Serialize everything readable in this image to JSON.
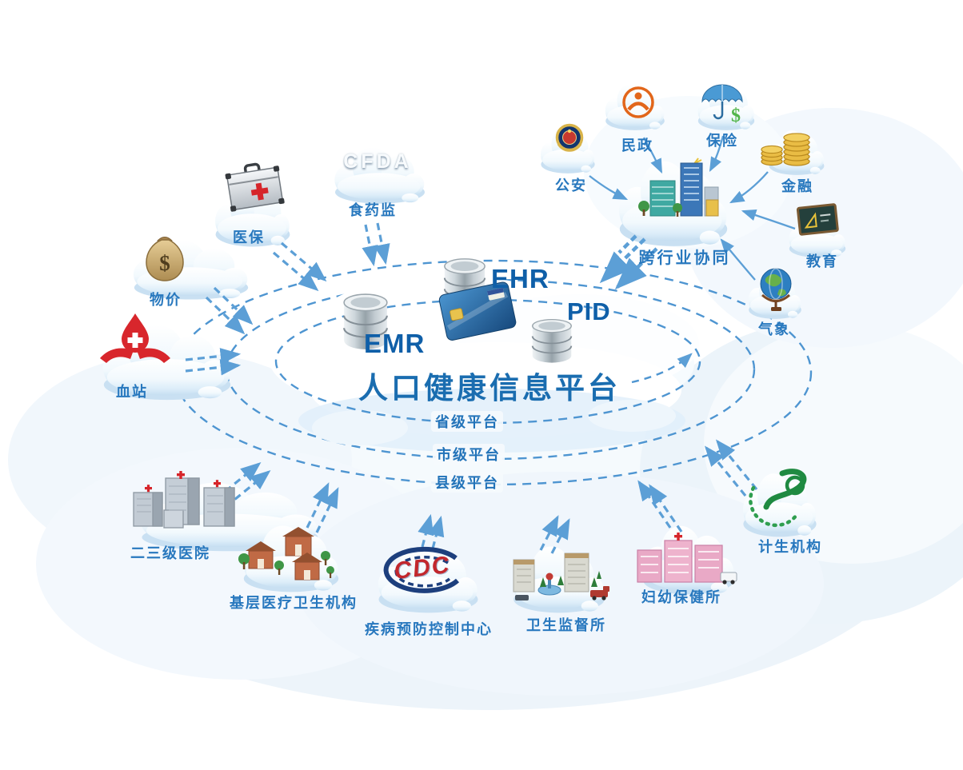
{
  "colors": {
    "label_blue": "#2878BE",
    "title_blue": "#1A6DB0",
    "dash_blue": "#4E95D1",
    "arrow_blue": "#5C9FD6"
  },
  "center": {
    "title": "人口健康信息平台",
    "ehr": "EHR",
    "emr": "EMR",
    "pid": "PID",
    "icons": [
      "database-icon",
      "health-card-icon"
    ]
  },
  "levels": {
    "province": "省级平台",
    "city": "市级平台",
    "county": "县级平台"
  },
  "cross_industry": {
    "label": "跨行业协同",
    "icon": "city-buildings-icon"
  },
  "nodes": {
    "yibao": {
      "label": "医保",
      "icon": "medical-case-icon"
    },
    "shiyaojian": {
      "label": "食药监",
      "icon": "cfda-cloud-icon",
      "badge": "CFDA"
    },
    "wujia": {
      "label": "物价",
      "icon": "money-bag-icon"
    },
    "xuezhan": {
      "label": "血站",
      "icon": "blood-donation-icon"
    },
    "gongan": {
      "label": "公安",
      "icon": "police-badge-icon"
    },
    "minzheng": {
      "label": "民政",
      "icon": "civil-affairs-emblem-icon"
    },
    "baoxian": {
      "label": "保险",
      "icon": "umbrella-icon"
    },
    "jinrong": {
      "label": "金融",
      "icon": "gold-coins-icon"
    },
    "jiaoyu": {
      "label": "教育",
      "icon": "blackboard-icon"
    },
    "qixiang": {
      "label": "气象",
      "icon": "globe-icon"
    },
    "ersanji": {
      "label": "二三级医院",
      "icon": "hospital-buildings-icon"
    },
    "jiceng": {
      "label": "基层医疗卫生机构",
      "icon": "village-clinics-icon"
    },
    "jikong": {
      "label": "疾病预防控制中心",
      "icon": "cdc-logo-icon",
      "badge": "CDC"
    },
    "weijian": {
      "label": "卫生监督所",
      "icon": "town-campus-icon"
    },
    "fuyou": {
      "label": "妇幼保健所",
      "icon": "mch-buildings-icon"
    },
    "jisheng": {
      "label": "计生机构",
      "icon": "family-planning-logo-icon"
    }
  },
  "icons": {
    "dollar": "$"
  }
}
